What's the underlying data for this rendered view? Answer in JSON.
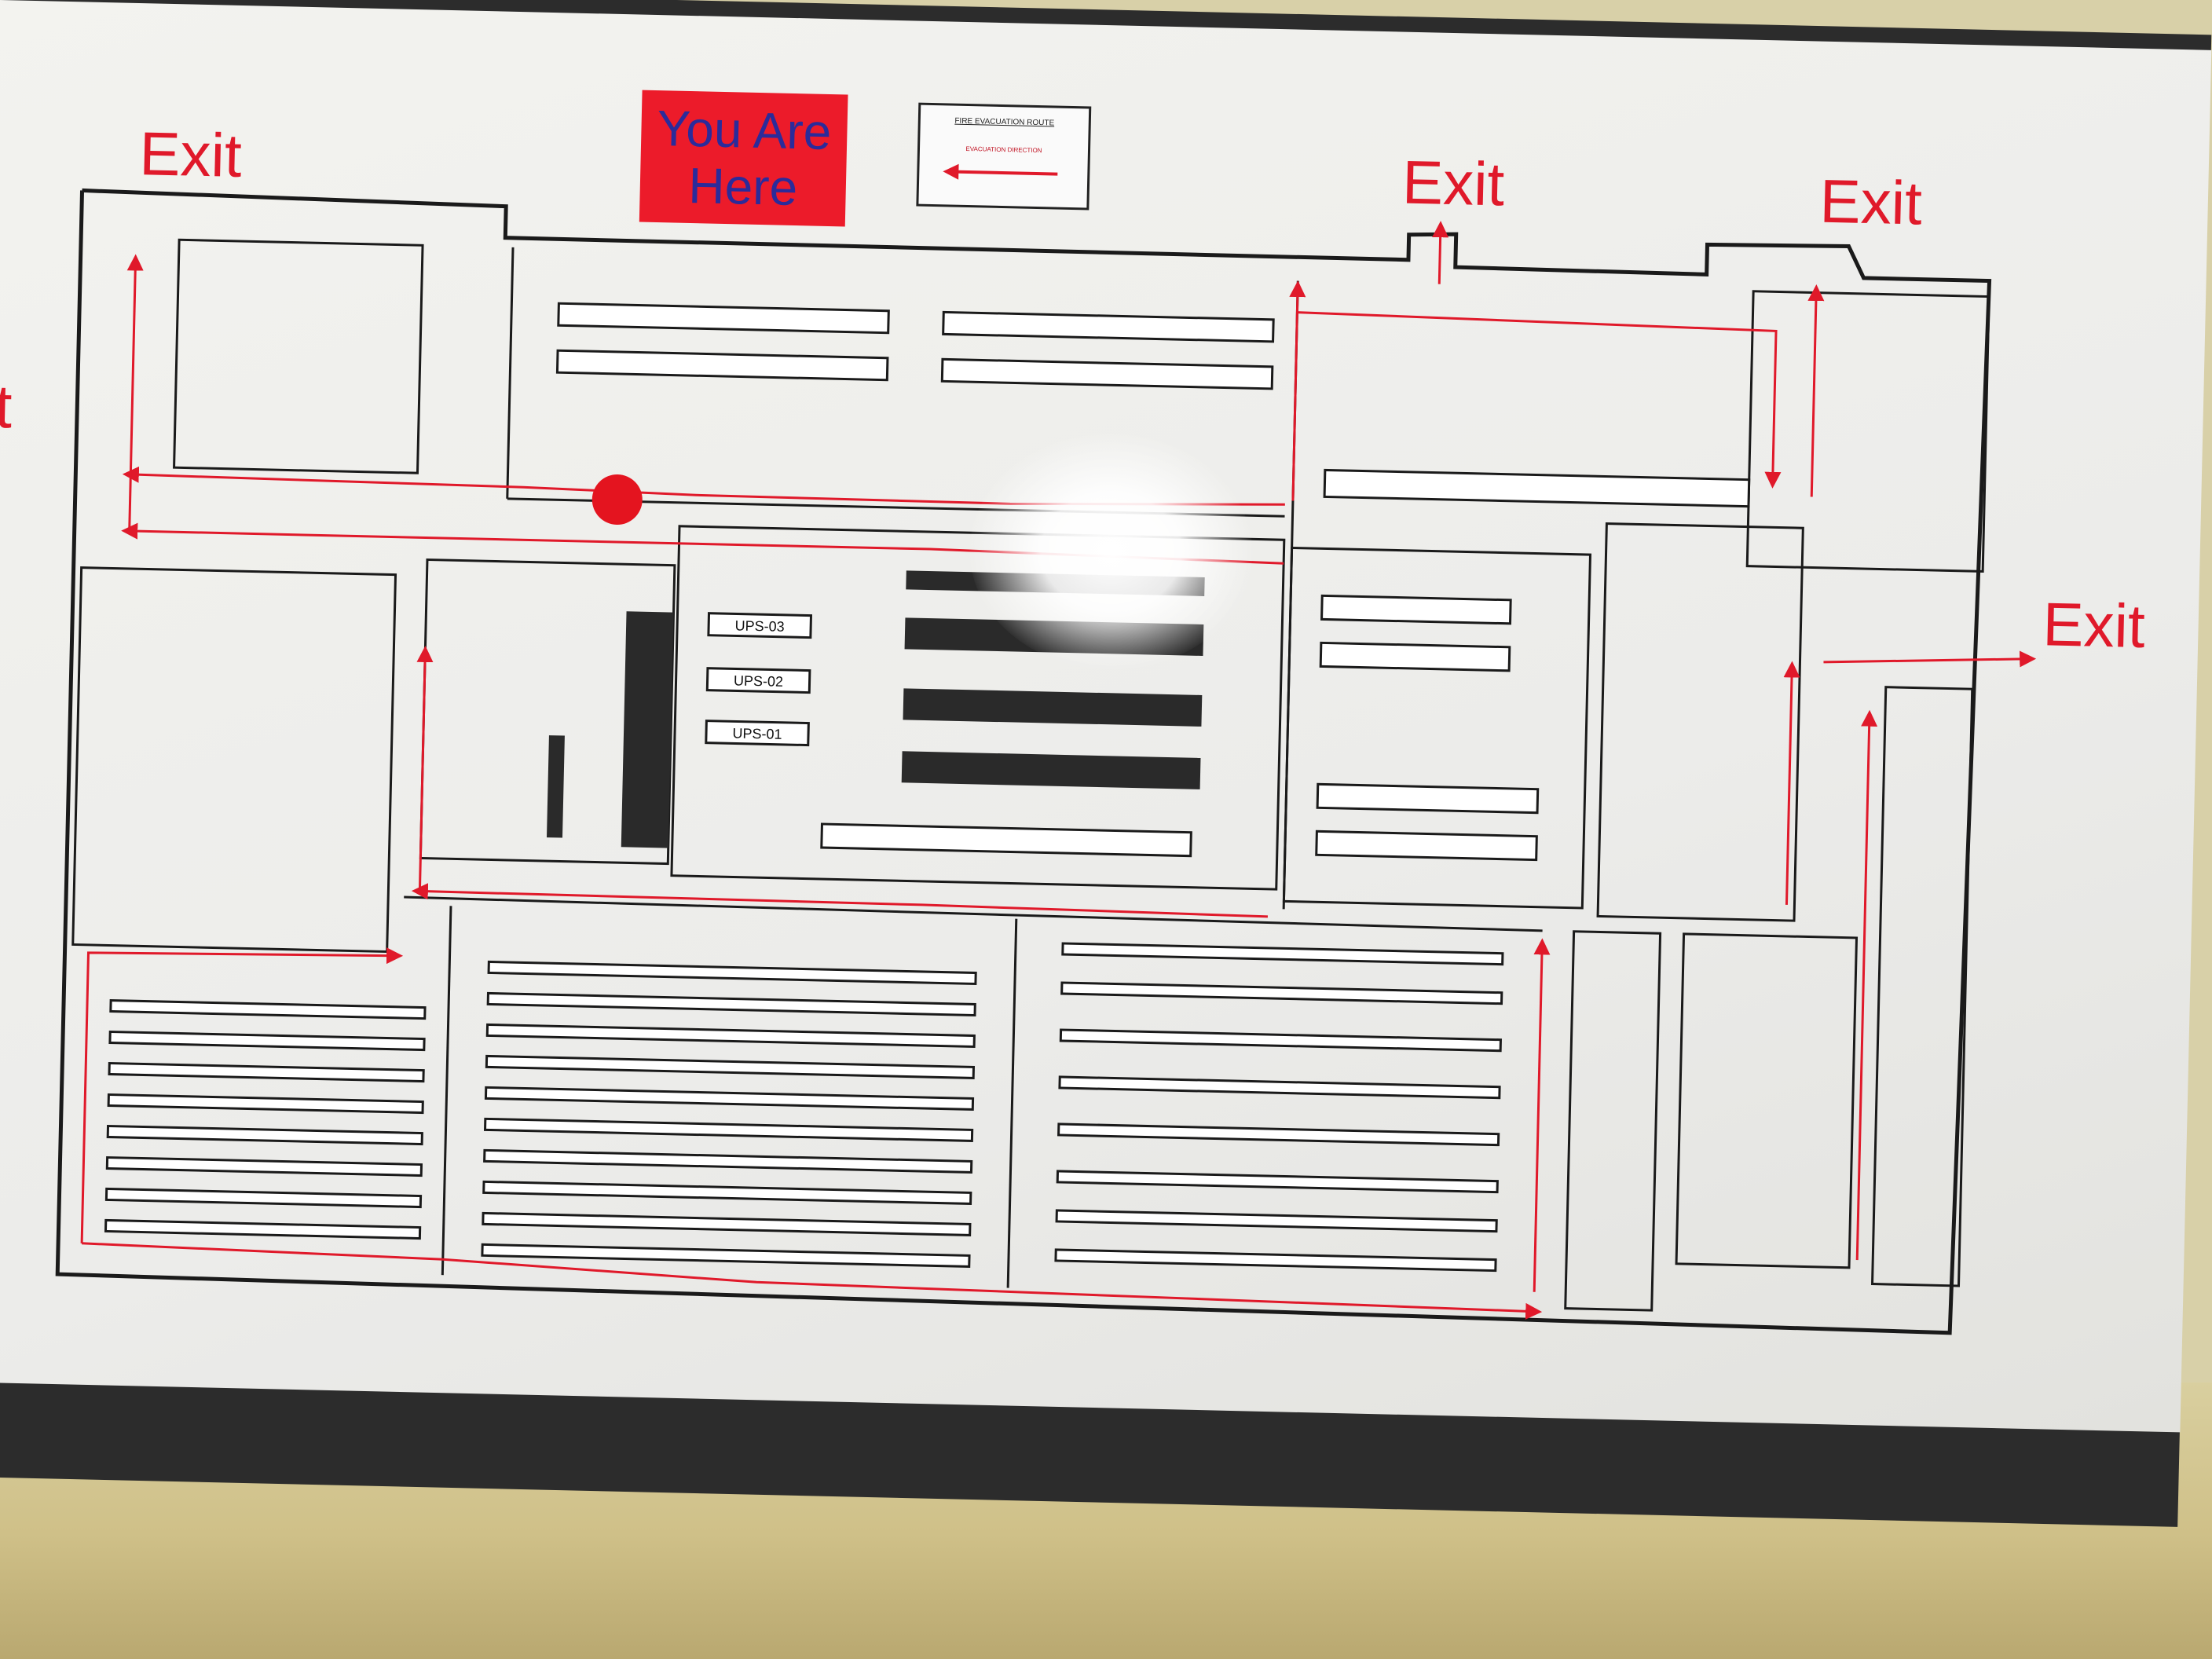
{
  "sign": {
    "you_are_here_line1": "You Are",
    "you_are_here_line2": "Here",
    "legend_title": "FIRE EVACUATION ROUTE",
    "legend_direction": "EVACUATION DIRECTION"
  },
  "exits": [
    {
      "label": "Exit"
    },
    {
      "label": "Exit"
    },
    {
      "label": "Exit"
    },
    {
      "label": "Exit"
    },
    {
      "label": "it"
    }
  ],
  "rooms": {
    "ups_03": "UPS-03",
    "ups_02": "UPS-02",
    "ups_01": "UPS-01"
  },
  "colors": {
    "route": "#e0192a",
    "linework": "#1a1a1a",
    "you_are_here_marker": "#e4141f",
    "you_are_here_box": "#ec1b2a",
    "you_are_here_text": "#2b2b9a",
    "board": "#ececea",
    "wall": "#d3c692"
  },
  "icons": {
    "route": "arrow-icon",
    "marker": "red-dot-icon"
  }
}
